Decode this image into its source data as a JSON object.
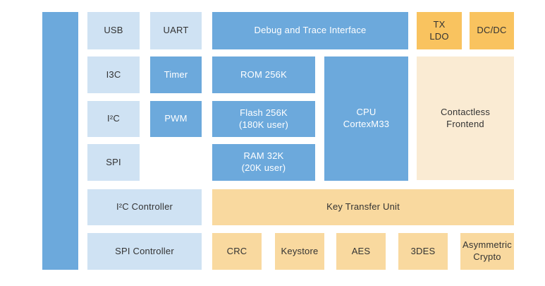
{
  "diagram": {
    "type": "soc-block-diagram",
    "colors": {
      "background": "#FFFFFF",
      "block_blue": "#6CA9DC",
      "block_light_blue": "#CFE2F3",
      "block_orange": "#F9C35F",
      "block_light_orange": "#F9D99F",
      "block_cream": "#FAEBD3",
      "text_dark": "#333333",
      "text_light": "#FFFFFF"
    },
    "blocks": {
      "usb": {
        "label": "USB"
      },
      "uart": {
        "label": "UART"
      },
      "debug_trace": {
        "label": "Debug and Trace Interface"
      },
      "tx_ldo": {
        "label": "TX\nLDO"
      },
      "dcdc": {
        "label": "DC/DC"
      },
      "i3c": {
        "label": "I3C"
      },
      "timer": {
        "label": "Timer"
      },
      "rom": {
        "label": "ROM 256K"
      },
      "cpu": {
        "label": "CPU\nCortexM33"
      },
      "contactless_frontend": {
        "label": "Contactless\nFrontend"
      },
      "i2c": {
        "label": "I²C"
      },
      "pwm": {
        "label": "PWM"
      },
      "flash": {
        "label": "Flash 256K\n(180K user)"
      },
      "spi": {
        "label": "SPI"
      },
      "ram": {
        "label": "RAM 32K\n(20K user)"
      },
      "i2c_controller": {
        "label": "I²C Controller"
      },
      "key_transfer_unit": {
        "label": "Key Transfer Unit"
      },
      "spi_controller": {
        "label": "SPI Controller"
      },
      "crc": {
        "label": "CRC"
      },
      "keystore": {
        "label": "Keystore"
      },
      "aes": {
        "label": "AES"
      },
      "tdes": {
        "label": "3DES"
      },
      "asymmetric_crypto": {
        "label": "Asymmetric\nCrypto"
      }
    }
  }
}
